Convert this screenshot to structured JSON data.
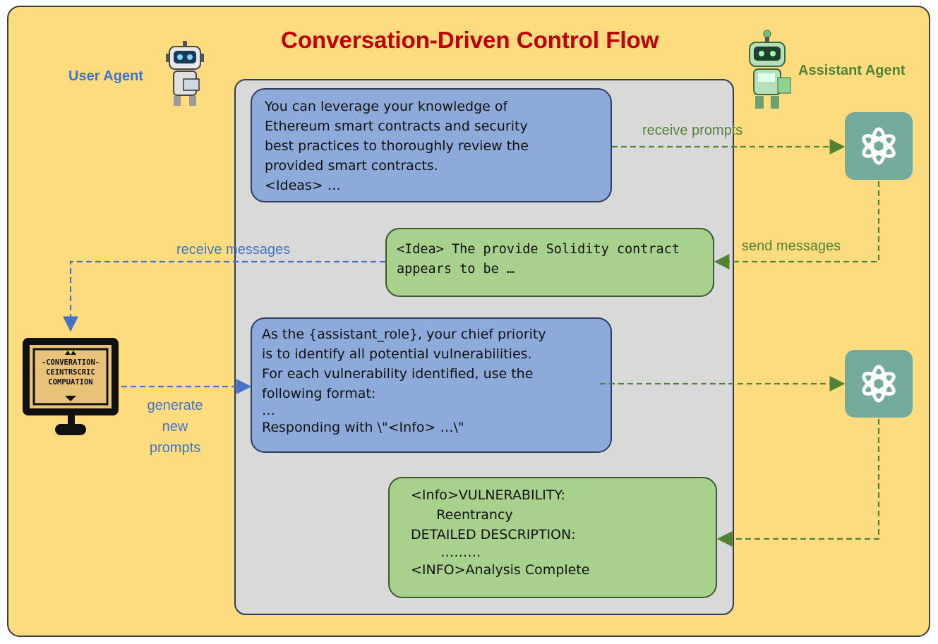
{
  "title": "Conversation-Driven Control Flow",
  "user_agent": {
    "label": "User Agent",
    "icon": "robot-icon",
    "color": "#4472c4"
  },
  "assistant_agent": {
    "label": "Assistant Agent",
    "icon": "robot-icon",
    "color": "#548235"
  },
  "messages": [
    {
      "role": "prompt",
      "lines": [
        "You can leverage your knowledge of",
        "Ethereum smart contracts and security",
        "best practices to thoroughly review the",
        "provided smart contracts.",
        "<Ideas> …"
      ]
    },
    {
      "role": "response",
      "lines": [
        "<Idea> The provide Solidity contract",
        "appears to be …"
      ]
    },
    {
      "role": "prompt",
      "lines": [
        "As the {assistant_role}, your chief priority",
        "is to identify all potential vulnerabilities.",
        "For each vulnerability identified, use the",
        "following format:",
        "…",
        "Responding with \\\"<Info> …\\\""
      ]
    },
    {
      "role": "response",
      "lines": [
        "<Info>VULNERABILITY:",
        "      Reentrancy",
        "DETAILED DESCRIPTION:",
        "       ………",
        "<INFO>Analysis Complete"
      ]
    }
  ],
  "flows": {
    "receive_prompts": "receive prompts",
    "send_messages": "send messages",
    "receive_messages": "receive messages",
    "generate_new_prompts": [
      "generate",
      "new",
      "prompts"
    ]
  },
  "monitor_screen": [
    "-CONVERATION-",
    "CEINTRSCRIC",
    "COMPUATION"
  ],
  "icons": [
    "openai-logo-icon",
    "openai-logo-icon",
    "computer-monitor-icon"
  ],
  "colors": {
    "title": "#c00000",
    "background": "#fddc7f",
    "prompt_bubble": "#8eaadb",
    "response_bubble": "#a9d18e",
    "user_flow": "#4472c4",
    "assistant_flow": "#548235"
  }
}
